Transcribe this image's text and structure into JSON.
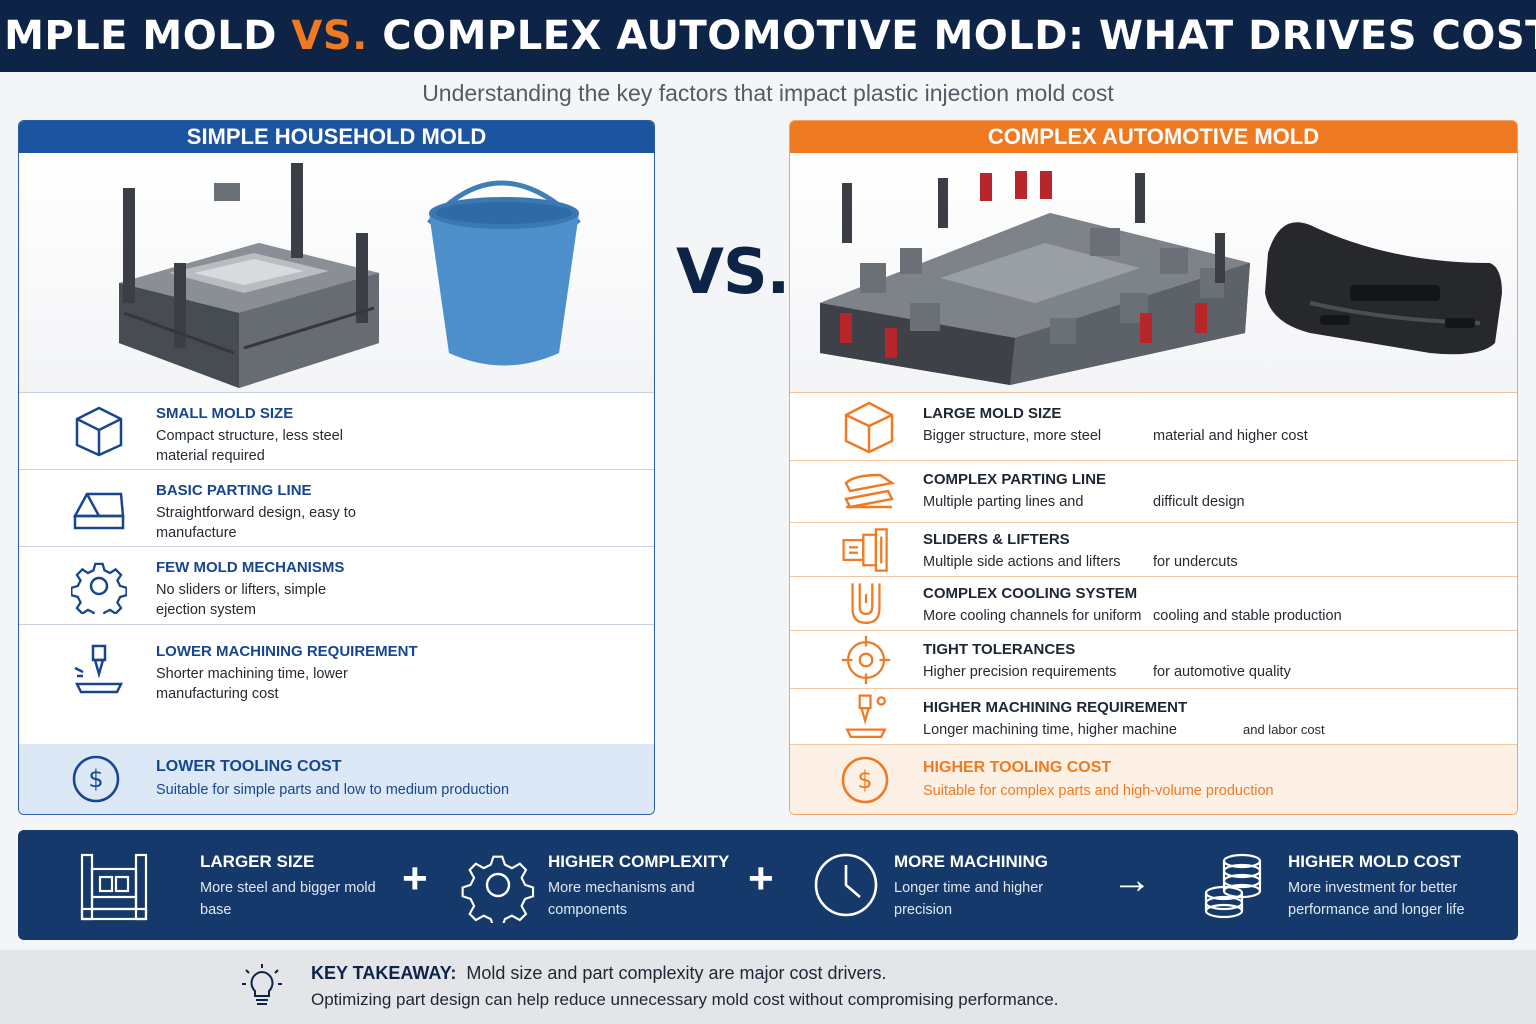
{
  "header": {
    "title_part1": "SIMPLE MOLD ",
    "title_vs": "VS.",
    "title_part2": " COMPLEX AUTOMOTIVE MOLD: WHAT DRIVES COST?",
    "subtitle": "Understanding the key factors that impact plastic injection mold cost"
  },
  "vs_label": "VS.",
  "left_panel": {
    "title": "SIMPLE HOUSEHOLD MOLD",
    "accent": "#1c54a0",
    "rows": [
      {
        "icon": "box-icon",
        "title": "SMALL MOLD SIZE",
        "desc": "Compact structure, less steel material required"
      },
      {
        "icon": "parting-line-icon",
        "title": "BASIC PARTING LINE",
        "desc": "Straightforward design, easy to manufacture"
      },
      {
        "icon": "gear-icon",
        "title": "FEW MOLD MECHANISMS",
        "desc": "No sliders or lifters, simple ejection system"
      },
      {
        "icon": "machining-icon",
        "title": "LOWER MACHINING REQUIREMENT",
        "desc": "Shorter machining time, lower manufacturing cost"
      }
    ],
    "cost": {
      "icon": "dollar-icon",
      "title": "LOWER TOOLING COST",
      "desc": "Suitable for simple parts and low to medium production"
    }
  },
  "right_panel": {
    "title": "COMPLEX AUTOMOTIVE MOLD",
    "accent": "#f07a22",
    "rows": [
      {
        "icon": "box-icon",
        "title": "LARGE MOLD SIZE",
        "desc_a": "Bigger structure, more steel",
        "desc_b": "material and higher cost"
      },
      {
        "icon": "parting-line-icon",
        "title": "COMPLEX PARTING LINE",
        "desc_a": "Multiple parting lines and",
        "desc_b": "difficult design"
      },
      {
        "icon": "slider-icon",
        "title": "SLIDERS & LIFTERS",
        "desc_a": "Multiple side actions and lifters",
        "desc_b": "for undercuts"
      },
      {
        "icon": "cooling-icon",
        "title": "COMPLEX COOLING SYSTEM",
        "desc_a": "More cooling channels for uniform",
        "desc_b": "cooling and stable production"
      },
      {
        "icon": "target-icon",
        "title": "TIGHT TOLERANCES",
        "desc_a": "Higher precision requirements",
        "desc_b": "for automotive quality"
      },
      {
        "icon": "machining-icon",
        "title": "HIGHER MACHINING REQUIREMENT",
        "desc_a": "Longer machining time, higher machine",
        "desc_b": "and labor cost"
      }
    ],
    "cost": {
      "icon": "dollar-icon",
      "title": "HIGHER TOOLING COST",
      "desc": "Suitable for complex parts and high-volume production"
    }
  },
  "drivers": [
    {
      "icon": "mold-frame-icon",
      "title": "LARGER SIZE",
      "desc": "More steel and bigger mold base"
    },
    {
      "icon": "gear-icon",
      "title": "HIGHER COMPLEXITY",
      "desc": "More mechanisms and components"
    },
    {
      "icon": "clock-icon",
      "title": "MORE MACHINING",
      "desc": "Longer time and higher precision"
    },
    {
      "icon": "coins-icon",
      "title": "HIGHER MOLD COST",
      "desc": "More investment for better performance and longer life"
    }
  ],
  "operators": {
    "plus": "+",
    "arrow": "→"
  },
  "takeaway": {
    "icon": "lightbulb-icon",
    "label": "KEY TAKEAWAY:",
    "line1": "Mold size and part complexity are major cost drivers.",
    "line2": "Optimizing part design can help reduce unnecessary mold cost without compromising performance."
  }
}
